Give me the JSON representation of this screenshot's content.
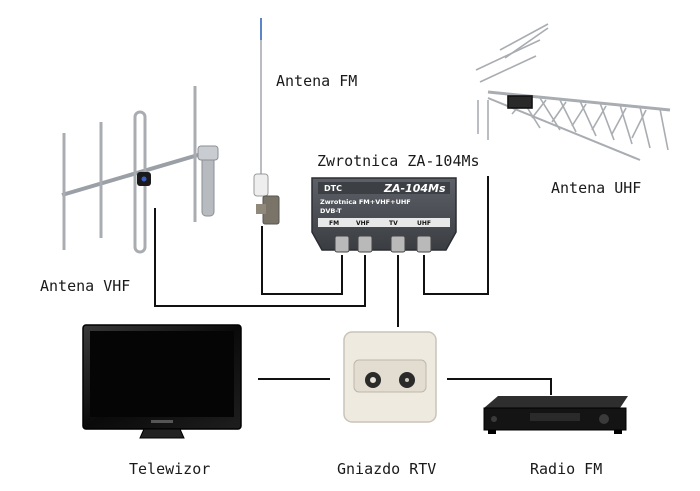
{
  "labels": {
    "antenna_fm": "Antena FM",
    "antenna_vhf": "Antena VHF",
    "antenna_uhf": "Antena UHF",
    "splitter": "Zwrotnica ZA-104Ms",
    "tv": "Telewizor",
    "socket": "Gniazdo RTV",
    "radio": "Radio FM"
  },
  "splitter_box": {
    "brand": "DTC",
    "model": "ZA-104Ms",
    "desc": "Zwrotnica FM+VHF+UHF",
    "mode": "DVB-T",
    "ports": [
      "FM",
      "VHF",
      "TV",
      "UHF"
    ]
  },
  "colors": {
    "wire": "#111111",
    "splitter_body": "#4b4f55",
    "antenna_metal": "#a9adb2",
    "tv_body": "#1c1c1c",
    "socket_body": "#eeeae0"
  }
}
